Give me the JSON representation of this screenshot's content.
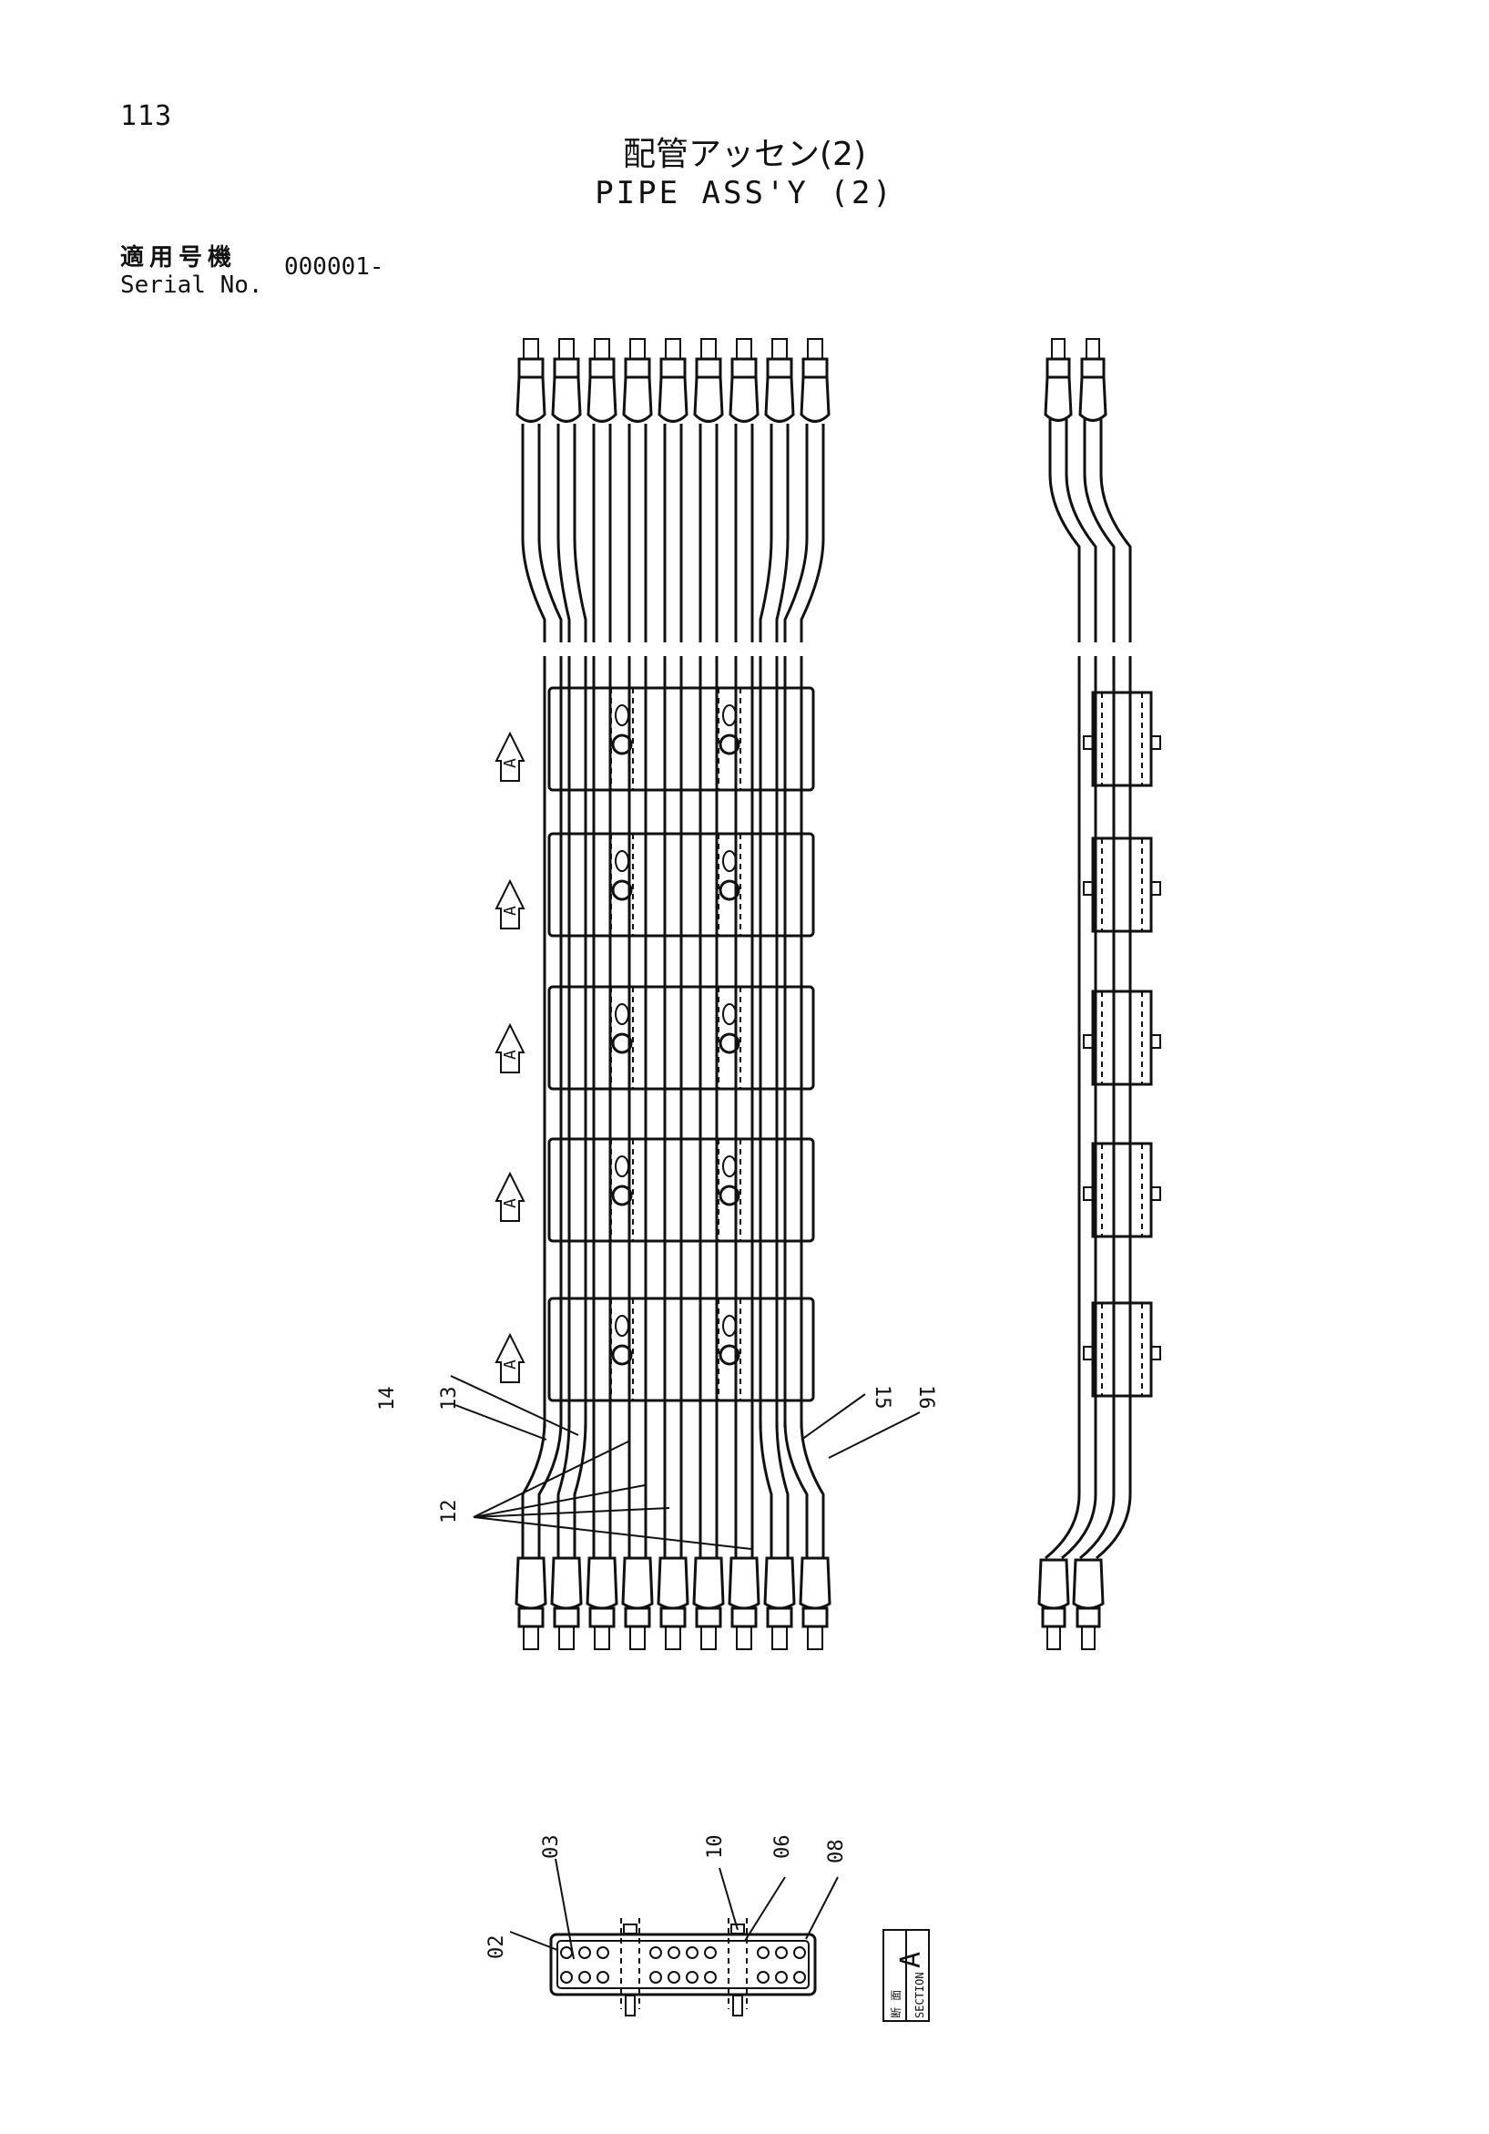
{
  "page": {
    "number": "113"
  },
  "title": {
    "japanese": "配管アッセン(2)",
    "english": "PIPE ASS'Y (2)"
  },
  "serial": {
    "label_jp": "適用号機",
    "label_en": "Serial No.",
    "value": "000001-"
  },
  "section_view": {
    "marker": "A",
    "label": "SECTION",
    "label_jp": "断 面"
  },
  "callouts": {
    "c12": "12",
    "c13": "13",
    "c14": "14",
    "c15": "15",
    "c16": "16",
    "c02": "02",
    "c03": "03",
    "c10": "10",
    "c06": "06",
    "c08": "08"
  },
  "pipe_count": {
    "front_view": 9,
    "side_view": 2,
    "clamp_groups": 5
  }
}
